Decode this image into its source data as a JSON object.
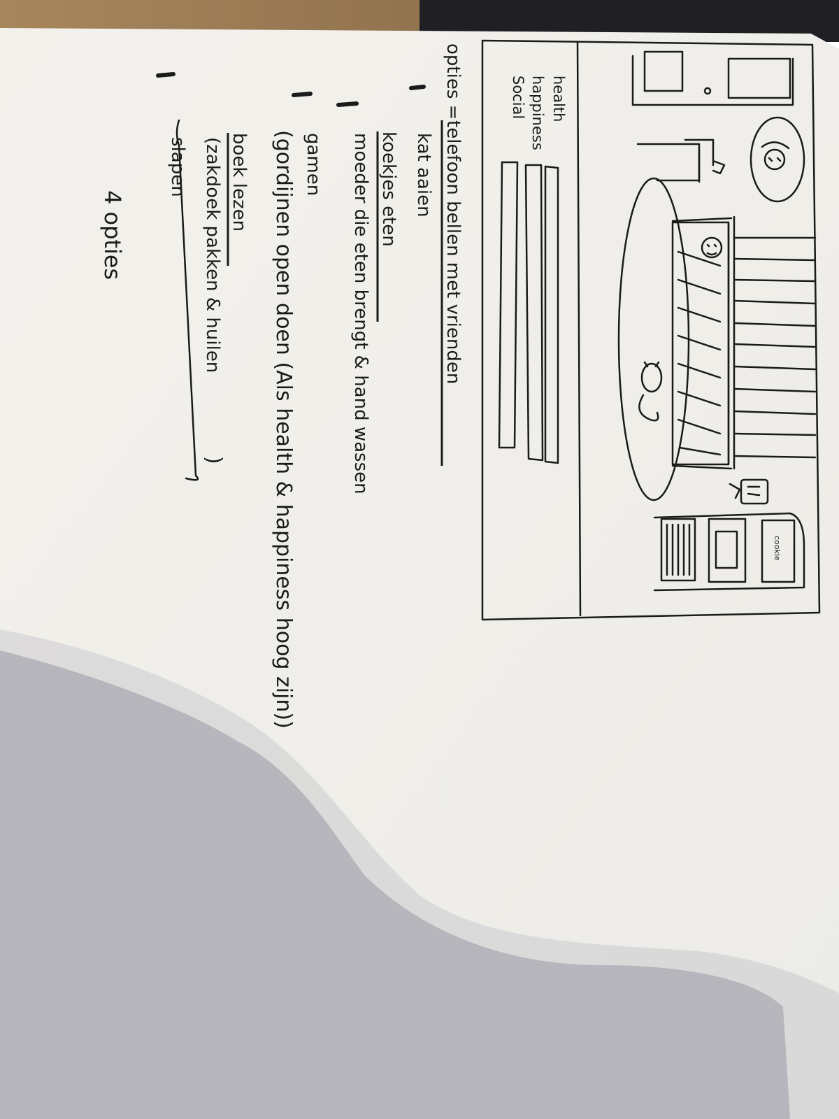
{
  "stats": {
    "labels": [
      "health",
      "happiness",
      "Social"
    ]
  },
  "shelf": {
    "jar_label": "cookie"
  },
  "options": {
    "heading": "opties =",
    "items": [
      {
        "text": "telefoon bellen met vrienden",
        "struck": true
      },
      {
        "text": "kat aaien",
        "struck": false
      },
      {
        "text": "koekjes eten",
        "struck": true
      },
      {
        "text": "moeder die eten brengt & hand wassen",
        "struck": false
      },
      {
        "text": "gamen",
        "struck": false
      },
      {
        "text": "(gordijnen open doen (Als health & happiness hoog zijn))",
        "struck": false
      },
      {
        "text": "boek lezen",
        "struck": true
      },
      {
        "text": "(zakdoek pakken & huilen",
        "struck": false
      },
      {
        "text": "slapen",
        "struck": false
      },
      {
        "text": ")",
        "struck": false
      }
    ],
    "count_note": "4 opties"
  },
  "colors": {
    "paper": "#f5f3ef",
    "ink": "#1a1a1a",
    "table": "#8a6a45",
    "shadow": "#9a9aa2"
  }
}
